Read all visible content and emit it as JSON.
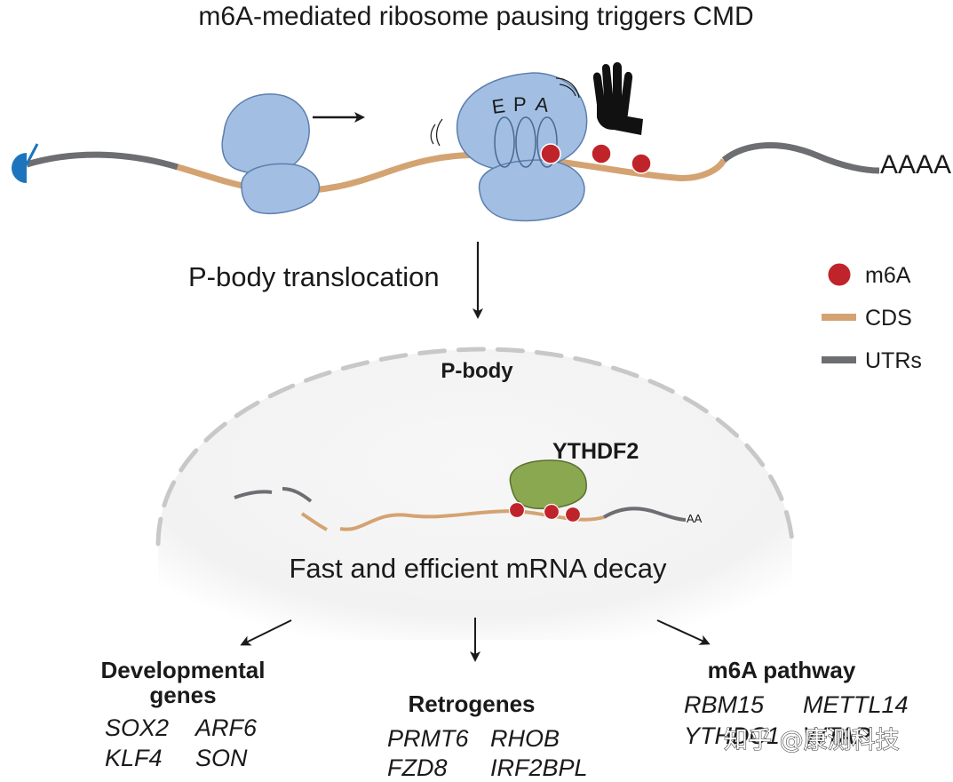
{
  "title": "m6A-mediated ribosome pausing triggers CMD",
  "ribosome_sites": {
    "e": "E",
    "p": "P",
    "a": "A"
  },
  "poly_a_tail": "AAAA",
  "translocation_label": "P-body translocation",
  "legend": [
    {
      "label": "m6A",
      "color": "#c0242b"
    },
    {
      "label": "CDS",
      "color": "#d4a372"
    },
    {
      "label": "UTRs",
      "color": "#6d6e71"
    }
  ],
  "pbody": {
    "title": "P-body",
    "reader": "YTHDF2",
    "poly_a_tail": "AA",
    "caption": "Fast and efficient mRNA decay"
  },
  "outcomes": {
    "developmental": {
      "title_line1": "Developmental",
      "title_line2": "genes",
      "genes": [
        "SOX2",
        "ARF6",
        "KLF4",
        "SON"
      ]
    },
    "retrogenes": {
      "title": "Retrogenes",
      "genes": [
        "PRMT6",
        "RHOB",
        "FZD8",
        "IRF2BPL"
      ]
    },
    "m6a_pathway": {
      "title": "m6A pathway",
      "genes": [
        "RBM15",
        "METTL14",
        "YTHDC1",
        "WTAP"
      ]
    }
  },
  "watermark": "知乎 @康测科技",
  "colors": {
    "ribosome": "#a2bfe3",
    "ribosome_stroke": "#5d7fae",
    "m6a": "#c0242b",
    "cds": "#d4a372",
    "utr": "#6d6e71",
    "cap": "#1c75bc",
    "ythdf2": "#8aa84f"
  }
}
